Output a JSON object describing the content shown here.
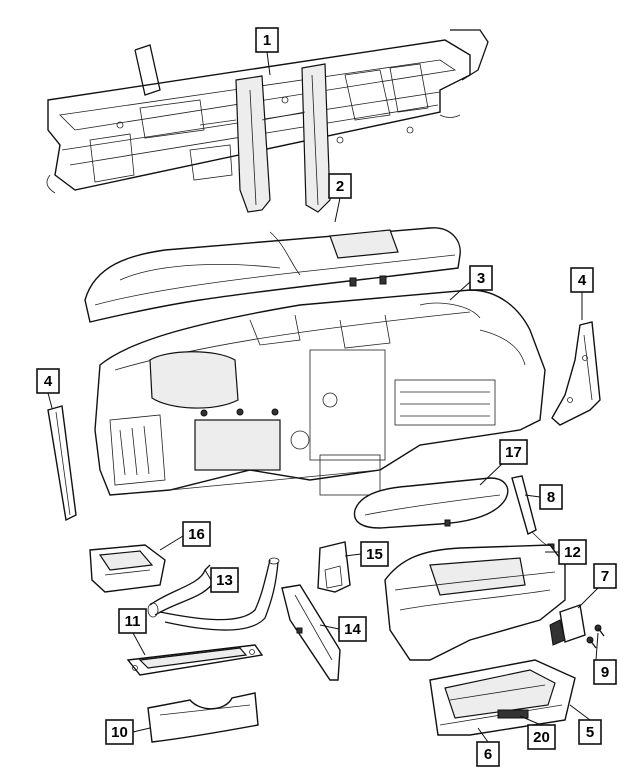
{
  "callouts": [
    {
      "id": "c1",
      "label": "1"
    },
    {
      "id": "c2",
      "label": "2"
    },
    {
      "id": "c3",
      "label": "3"
    },
    {
      "id": "c4a",
      "label": "4"
    },
    {
      "id": "c4b",
      "label": "4"
    },
    {
      "id": "c5",
      "label": "5"
    },
    {
      "id": "c6",
      "label": "6"
    },
    {
      "id": "c7",
      "label": "7"
    },
    {
      "id": "c8",
      "label": "8"
    },
    {
      "id": "c9",
      "label": "9"
    },
    {
      "id": "c10",
      "label": "10"
    },
    {
      "id": "c11",
      "label": "11"
    },
    {
      "id": "c12",
      "label": "12"
    },
    {
      "id": "c13",
      "label": "13"
    },
    {
      "id": "c14",
      "label": "14"
    },
    {
      "id": "c15",
      "label": "15"
    },
    {
      "id": "c16",
      "label": "16"
    },
    {
      "id": "c17",
      "label": "17"
    },
    {
      "id": "c20",
      "label": "20"
    }
  ]
}
